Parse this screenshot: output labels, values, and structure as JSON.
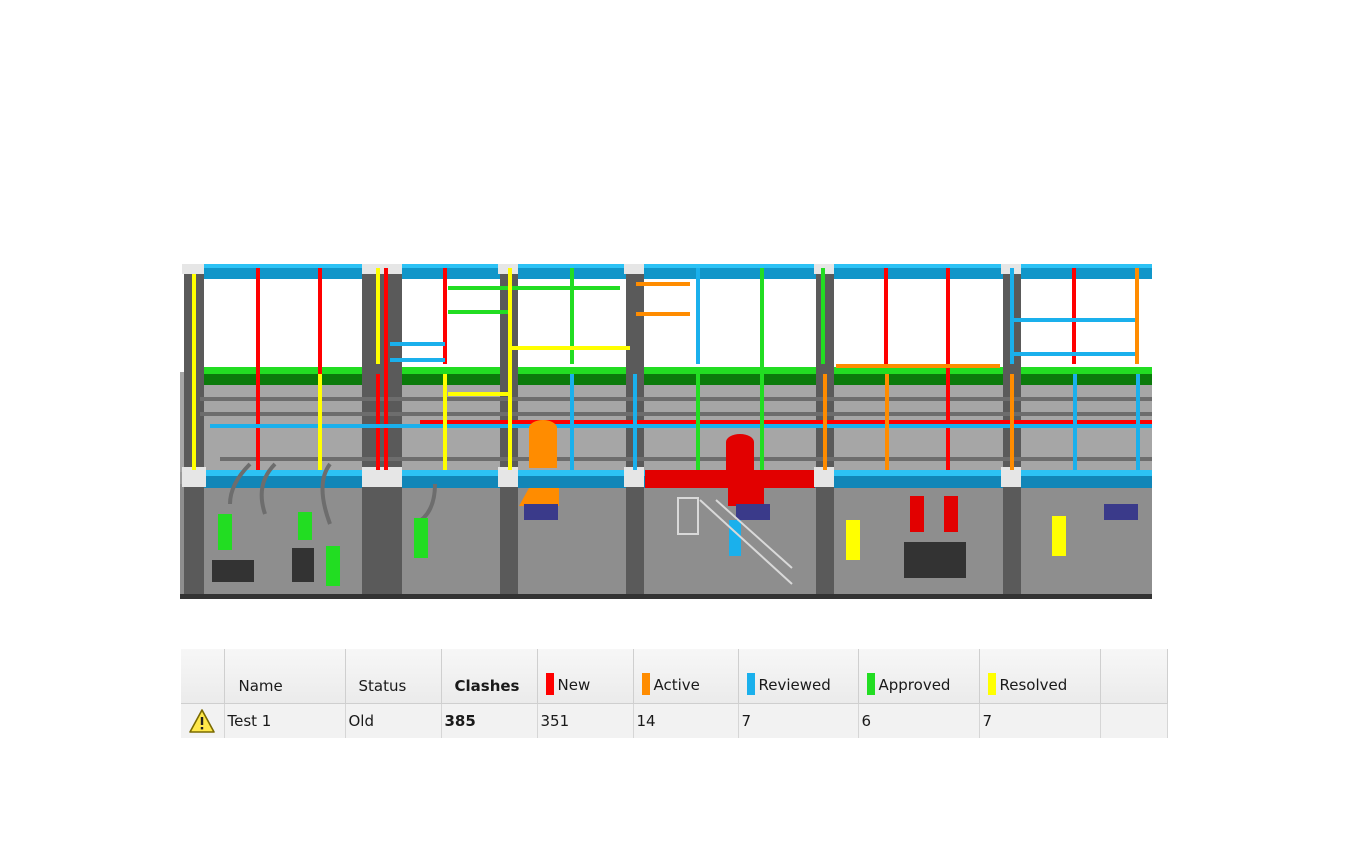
{
  "colors": {
    "new": "#ff0000",
    "active": "#ff8c00",
    "reviewed": "#1ab0ec",
    "approved": "#22dd22",
    "resolved": "#ffff00",
    "warning_fill": "#ffe84a"
  },
  "viewport": {
    "description_icon": "3d-model-view"
  },
  "table": {
    "headers": {
      "icon": "",
      "name": "Name",
      "status": "Status",
      "clashes": "Clashes",
      "new": "New",
      "active": "Active",
      "reviewed": "Reviewed",
      "approved": "Approved",
      "resolved": "Resolved",
      "extra": ""
    },
    "rows": [
      {
        "icon": "warning-icon",
        "name": "Test 1",
        "status": "Old",
        "clashes": "385",
        "new": "351",
        "active": "14",
        "reviewed": "7",
        "approved": "6",
        "resolved": "7"
      }
    ]
  }
}
